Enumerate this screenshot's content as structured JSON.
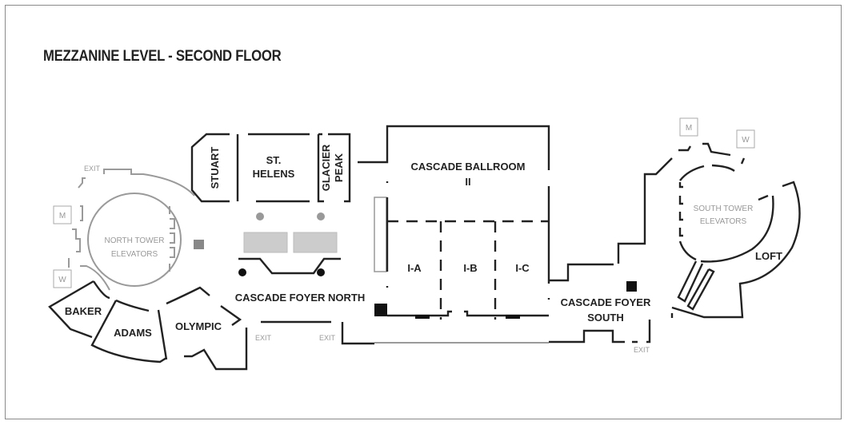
{
  "title": "MEZZANINE LEVEL - SECOND FLOOR",
  "rooms": {
    "stuart": "STUART",
    "st_helens_1": "ST.",
    "st_helens_2": "HELENS",
    "glacier": "GLACIER",
    "peak": "PEAK",
    "ballroom_1": "CASCADE BALLROOM",
    "ballroom_2": "II",
    "ia": "I-A",
    "ib": "I-B",
    "ic": "I-C",
    "foyer_north": "CASCADE FOYER NORTH",
    "foyer_south_1": "CASCADE FOYER",
    "foyer_south_2": "SOUTH",
    "baker": "BAKER",
    "adams": "ADAMS",
    "olympic": "OLYMPIC",
    "loft": "LOFT",
    "north_tower_1": "NORTH TOWER",
    "north_tower_2": "ELEVATORS",
    "south_tower_1": "SOUTH TOWER",
    "south_tower_2": "ELEVATORS"
  },
  "restrooms": {
    "men": "M",
    "women": "W"
  },
  "exit_label": "EXIT"
}
